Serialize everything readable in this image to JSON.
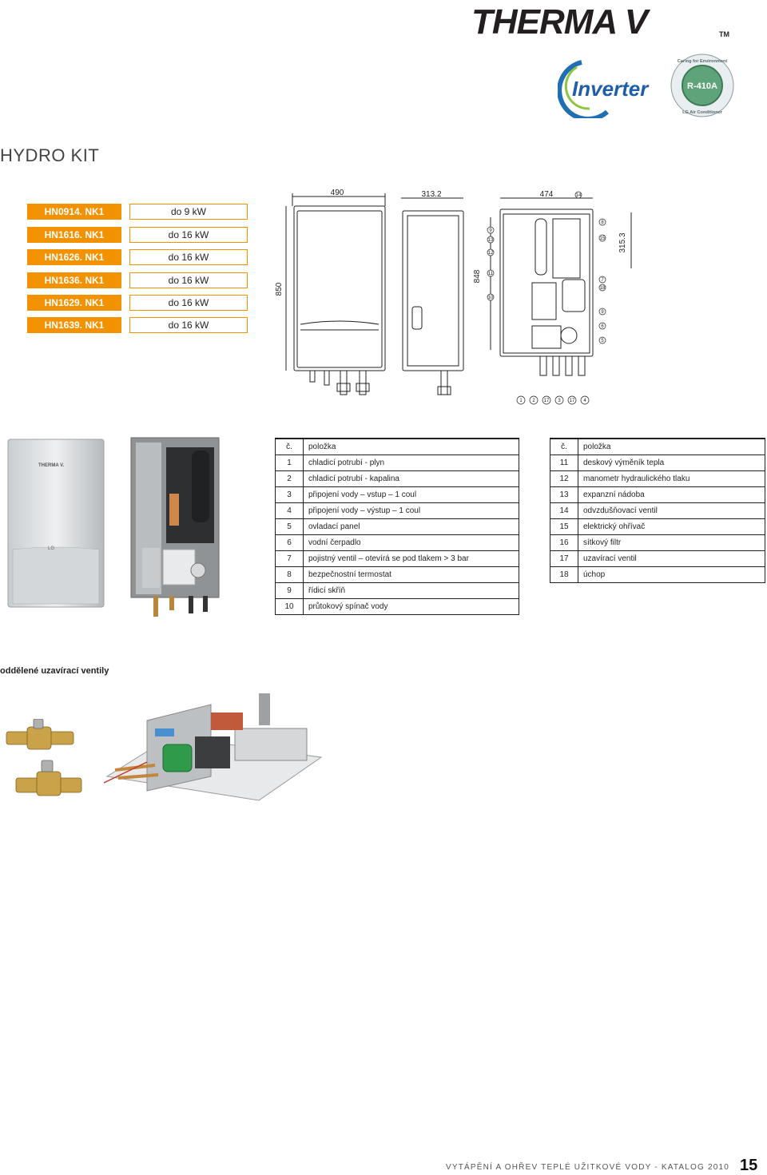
{
  "header": {
    "brand": "THERMA V",
    "trademark": "TM",
    "inverter_label": "Inverter",
    "refrigerant_seal": "R-410A",
    "seal_text": "Caring for Environment",
    "seal_sub": "LG Air Conditioner"
  },
  "section_title": "HYDRO KIT",
  "models": [
    {
      "name": "HN0914. NK1",
      "power": "do 9 kW"
    },
    {
      "name": "HN1616. NK1",
      "power": "do 16 kW"
    },
    {
      "name": "HN1626. NK1",
      "power": "do 16 kW"
    },
    {
      "name": "HN1636. NK1",
      "power": "do 16 kW"
    },
    {
      "name": "HN1629. NK1",
      "power": "do 16 kW"
    },
    {
      "name": "HN1639. NK1",
      "power": "do 16 kW"
    }
  ],
  "drawing": {
    "front_width": "490",
    "side_depth": "313.2",
    "inner_width": "474",
    "front_height": "850",
    "inner_height": "848",
    "bottom_depth": "315.3",
    "bottom_width": "474"
  },
  "parts_left": {
    "col_num": "č.",
    "col_item": "položka",
    "rows": [
      {
        "n": "1",
        "item": "chladicí potrubí - plyn"
      },
      {
        "n": "2",
        "item": "chladicí potrubí - kapalina"
      },
      {
        "n": "3",
        "item": "připojení vody – vstup – 1 coul"
      },
      {
        "n": "4",
        "item": "připojení vody – výstup – 1 coul"
      },
      {
        "n": "5",
        "item": "ovladací panel"
      },
      {
        "n": "6",
        "item": "vodní čerpadlo"
      },
      {
        "n": "7",
        "item": "pojistný ventil – otevírá se pod tlakem > 3 bar"
      },
      {
        "n": "8",
        "item": "bezpečnostní termostat"
      },
      {
        "n": "9",
        "item": "řídicí skříň"
      },
      {
        "n": "10",
        "item": "průtokový spínač vody"
      }
    ]
  },
  "parts_right": {
    "col_num": "č.",
    "col_item": "položka",
    "rows": [
      {
        "n": "11",
        "item": "deskový výměník tepla"
      },
      {
        "n": "12",
        "item": "manometr hydraulického tlaku"
      },
      {
        "n": "13",
        "item": "expanzní nádoba"
      },
      {
        "n": "14",
        "item": "odvzdušňovací ventil"
      },
      {
        "n": "15",
        "item": "elektrický ohřívač"
      },
      {
        "n": "16",
        "item": "sítkový filtr"
      },
      {
        "n": "17",
        "item": "uzavírací ventil"
      },
      {
        "n": "18",
        "item": "úchop"
      }
    ]
  },
  "unit_logo": "THERMA V.",
  "unit_brand": "LG",
  "valves_title": "oddělené uzavírací ventily",
  "footer": {
    "text": "VYTÁPĚNÍ A OHŘEV TEPLÉ UŽITKOVÉ VODY - KATALOG 2010",
    "page": "15"
  },
  "colors": {
    "accent": "#f39200",
    "text": "#231f20"
  }
}
